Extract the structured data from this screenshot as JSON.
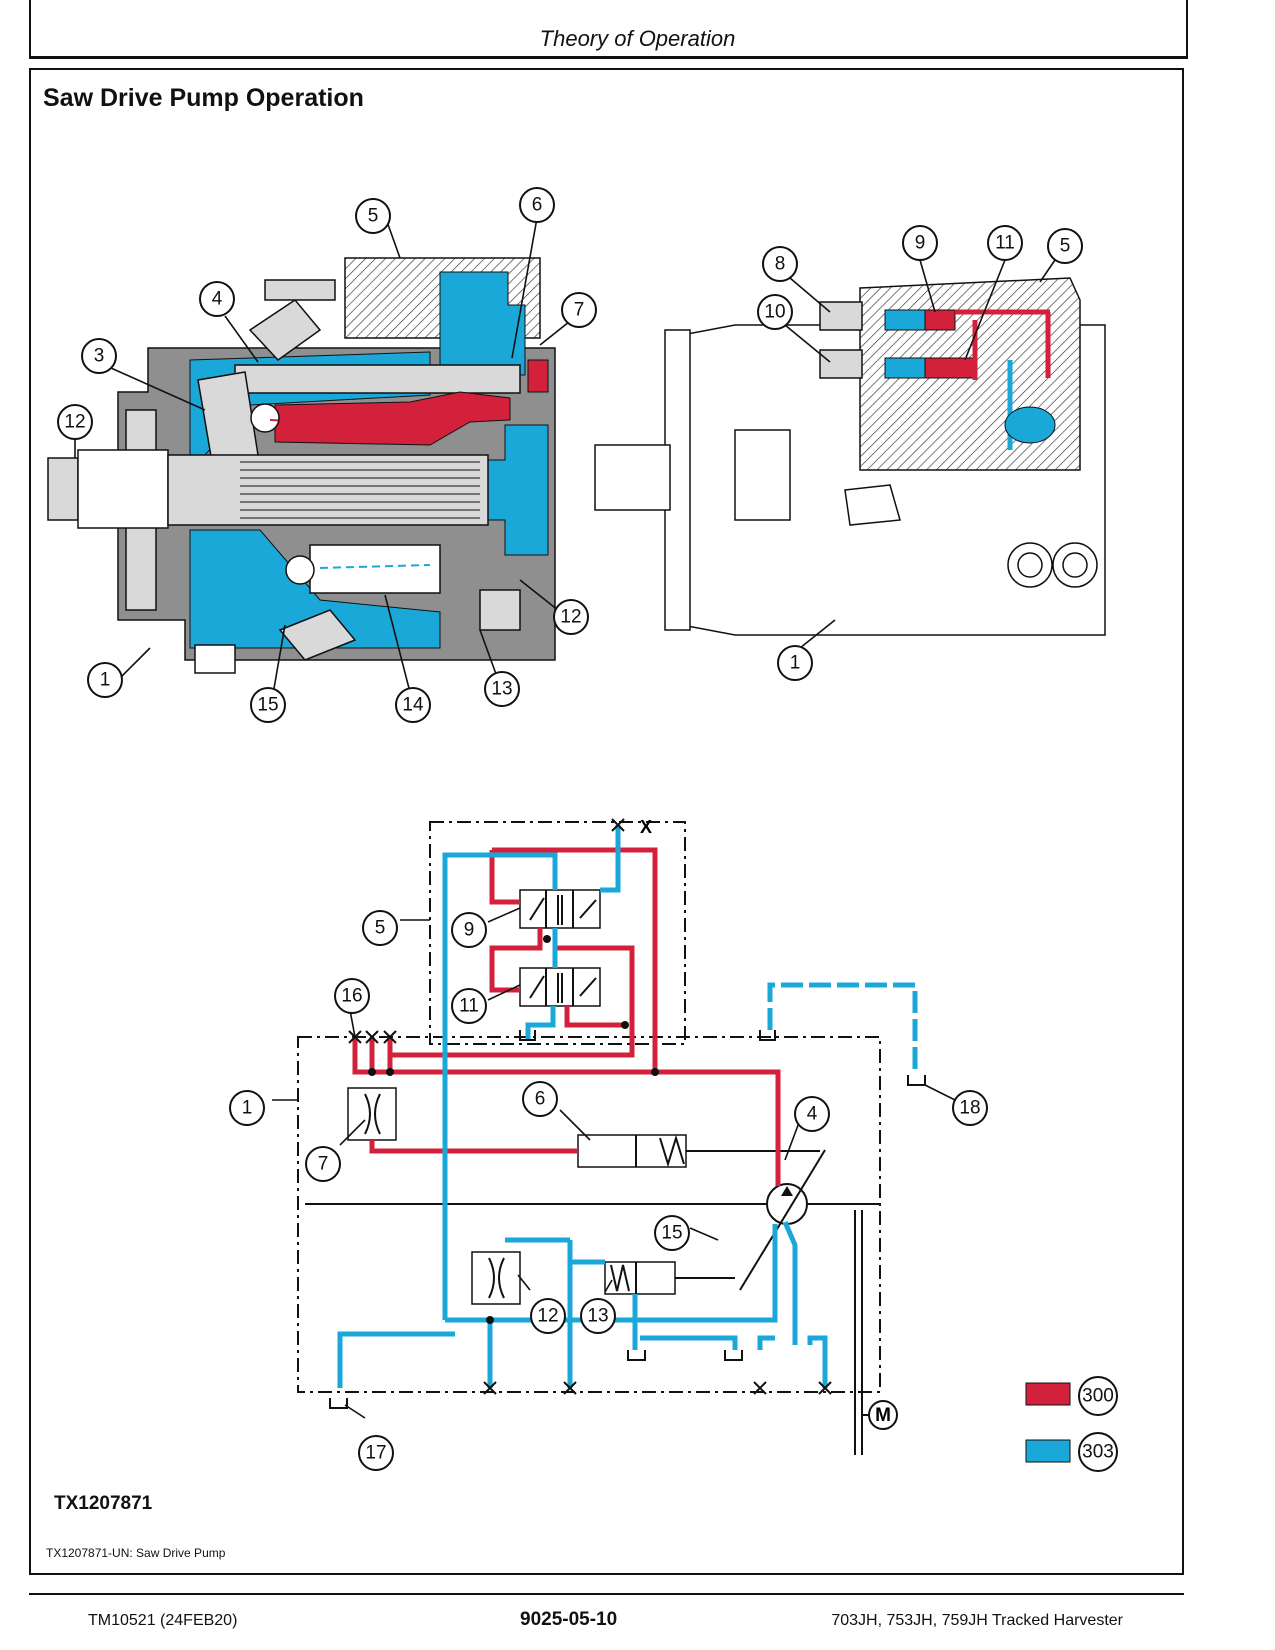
{
  "header": {
    "section": "Theory of Operation"
  },
  "page": {
    "title": "Saw Drive Pump Operation",
    "figure_id": "TX1207871",
    "caption": "TX1207871-UN: Saw Drive Pump"
  },
  "footer": {
    "manual": "TM10521 (24FEB20)",
    "page_number": "9025-05-10",
    "model": "703JH, 753JH, 759JH Tracked Harvester"
  },
  "callouts": {
    "c1": "1",
    "c3": "3",
    "c4": "4",
    "c5": "5",
    "c6": "6",
    "c7": "7",
    "c8": "8",
    "c9": "9",
    "c10": "10",
    "c11": "11",
    "c12": "12",
    "c13": "13",
    "c14": "14",
    "c15": "15",
    "c16": "16",
    "c17": "17",
    "c18": "18"
  },
  "schematic": {
    "port_x": "X",
    "motor": "M"
  },
  "legend": [
    {
      "code": "300",
      "color": "#d3213b"
    },
    {
      "code": "303",
      "color": "#1aa8d8"
    }
  ]
}
